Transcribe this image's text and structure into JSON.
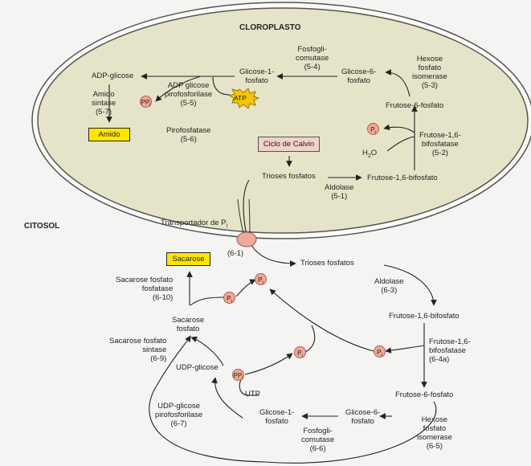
{
  "compartments": {
    "chloroplast": "CLOROPLASTO",
    "cytosol": "CITOSOL"
  },
  "chloroplast": {
    "adp_glucose": "ADP-glicose",
    "glucose_1p": "Glicose-1-\nfosfato",
    "phosphoglucomutase": "Fosfogli-\ncomutase\n(5-4)",
    "glucose_6p": "Glicose-6-\nfosfato",
    "hexose_isomerase": "Hexose\nfosfato\nisomerase\n(5-3)",
    "fructose_6p": "Frutose-6-fosfato",
    "adp_pyrophosphorylase": "ADP glicose\npirofosforilase\n(5-5)",
    "atp": "ATP",
    "pp_i": "PP",
    "starch_synthase": "Amido\nsintase\n(5-7)",
    "starch": "Amido",
    "pyrophosphatase": "Pirofosfatase\n(5-6)",
    "p_i": "P",
    "fbpase": "Frutose-1,6-\nbifosfatase\n(5-2)",
    "water": "H",
    "calvin": "Ciclo de Calvin",
    "triose_p": "Trioses fosfatos",
    "fructose_16bp": "Frutose-1,6-bifosfato",
    "aldolase": "Aldolase\n(5-1)"
  },
  "transporter": {
    "label": "Transportador de P",
    "number": "(6-1)"
  },
  "cytosol": {
    "sucrose": "Sacarose",
    "sucrose_phosphatase": "Sacarose fosfato\nfosfatase\n(6-10)",
    "sucrose_phosphate": "Sacarose\nfosfato",
    "sps": "Sacarose fosfato\nsintase\n(6-9)",
    "udp_glucose": "UDP-glicose",
    "ugpase": "UDP-glicose\npirofosforilase\n(6-7)",
    "utp": "UTP",
    "glucose_1p": "Glicose-1-\nfosfato",
    "phosphoglucomutase": "Fosfogli-\ncomutase\n(6-6)",
    "glucose_6p": "Glicose-6-\nfosfato",
    "hexose_isomerase": "Hexose\nfosfato\nisomerase\n(6-5)",
    "fructose_6p": "Frutose-6-fosfato",
    "fbpase": "Frutose-1,6-\nbifosfatase\n(6-4a)",
    "fructose_16bp": "Frutose-1,6-bifosfato",
    "aldolase": "Aldolase\n(6-3)",
    "triose_p": "Trioses fosfatos",
    "p_i": "P",
    "pp_i": "PP"
  },
  "colors": {
    "chloroplast_fill": "#e6e4c8",
    "starch_box": "#ffe600",
    "phosphate_circle": "#eeaa96",
    "calvin_box": "#f3d0cb",
    "atp_star": "#f6c400",
    "transporter": "#eeaa96"
  }
}
